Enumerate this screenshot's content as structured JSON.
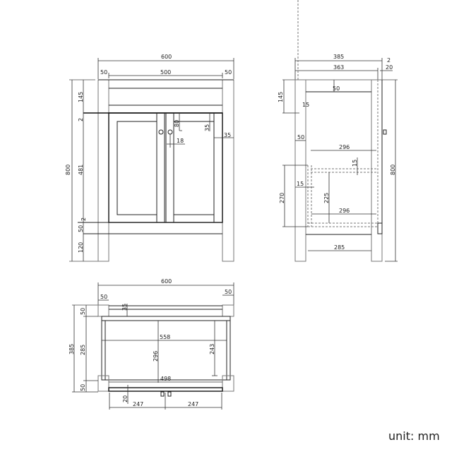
{
  "unit_label": "unit: mm",
  "front_view": {
    "width_total": "600",
    "left_leg": "50",
    "inner_width": "500",
    "right_leg": "50",
    "height_total": "800",
    "top_rail": "145",
    "gap_top": "2",
    "door_height": "481",
    "gap_bottom": "2",
    "bottom_rail": "50",
    "leg_height": "120",
    "door_frame_top": "80",
    "door_frame_stile": "35",
    "side_stile": "35",
    "knob_offset": "18"
  },
  "side_view": {
    "depth_total": "385",
    "depth_inner": "363",
    "gap": "2",
    "door_thickness": "20",
    "top_rail": "145",
    "rail_height": "50",
    "panel_thickness_top": "15",
    "leg_width": "50",
    "shelf_depth_top": "296",
    "shelf_thickness": "15",
    "shelf_area_height": "270",
    "side_panel_thickness": "15",
    "shelf_clearance": "225",
    "shelf_depth_bottom": "296",
    "bottom_rail_depth": "285",
    "height_total": "800"
  },
  "top_view": {
    "width_total": "600",
    "left_leg": "50",
    "right_leg": "50",
    "depth_total": "385",
    "back_rail": "50",
    "back_rail_thickness": "35",
    "inner_depth": "285",
    "inner_width": "558",
    "inner_depth_center": "296",
    "inner_depth_side": "243",
    "front_rail": "50",
    "door_width_total": "498",
    "door_thickness": "20",
    "door_left": "247",
    "door_right": "247"
  }
}
